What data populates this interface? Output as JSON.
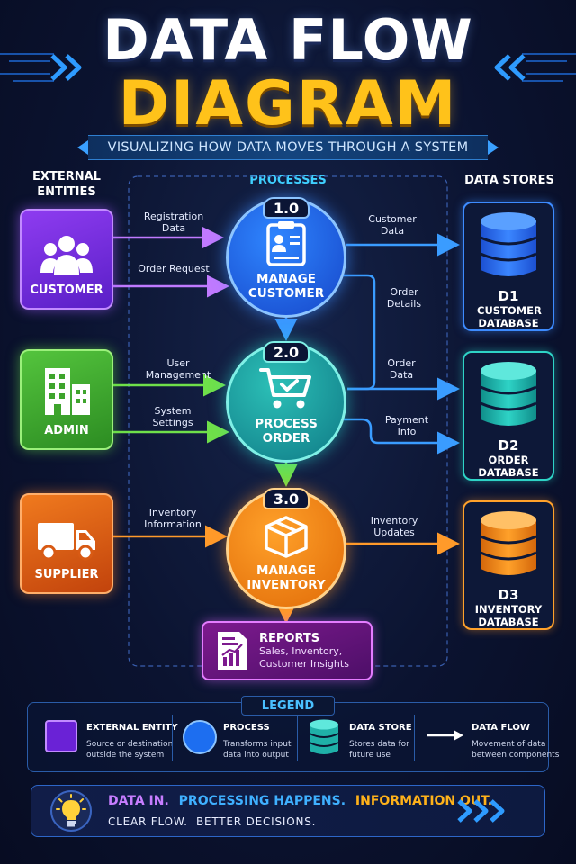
{
  "header": {
    "title_line1": "DATA FLOW",
    "title_line2": "DIAGRAM",
    "subtitle": "VISUALIZING HOW DATA MOVES THROUGH A SYSTEM"
  },
  "columns": {
    "entities": "EXTERNAL ENTITIES",
    "processes": "PROCESSES",
    "stores": "DATA STORES"
  },
  "entities": [
    {
      "label": "CUSTOMER",
      "icon": "users-icon",
      "color": "#8e3cf0"
    },
    {
      "label": "ADMIN",
      "icon": "building-icon",
      "color": "#54c43d"
    },
    {
      "label": "SUPPLIER",
      "icon": "truck-icon",
      "color": "#f07a1e"
    }
  ],
  "processes": [
    {
      "number": "1.0",
      "label": "MANAGE CUSTOMER",
      "icon": "clipboard-user-icon",
      "color": "#2f86ff"
    },
    {
      "number": "2.0",
      "label": "PROCESS ORDER",
      "icon": "shopping-cart-icon",
      "color": "#2cc0b7"
    },
    {
      "number": "3.0",
      "label": "MANAGE INVENTORY",
      "icon": "package-icon",
      "color": "#ffa12a"
    }
  ],
  "stores": [
    {
      "id": "D1",
      "name": "CUSTOMER DATABASE",
      "icon": "database-icon",
      "color": "#3d8bff"
    },
    {
      "id": "D2",
      "name": "ORDER DATABASE",
      "icon": "database-icon",
      "color": "#2ed3c6"
    },
    {
      "id": "D3",
      "name": "INVENTORY DATABASE",
      "icon": "database-icon",
      "color": "#ffa12a"
    }
  ],
  "flows": {
    "registration_data": "Registration Data",
    "order_request": "Order Request",
    "customer_data": "Customer Data",
    "order_details": "Order Details",
    "user_management": "User Management",
    "system_settings": "System Settings",
    "order_data": "Order Data",
    "payment_info": "Payment Info",
    "inventory_information": "Inventory Information",
    "inventory_updates": "Inventory Updates"
  },
  "reports": {
    "title": "REPORTS",
    "line1": "Sales, Inventory,",
    "line2": "Customer Insights",
    "icon": "report-chart-icon"
  },
  "legend": {
    "title": "LEGEND",
    "items": [
      {
        "head": "EXTERNAL ENTITY",
        "desc1": "Source or destination",
        "desc2": "outside the system"
      },
      {
        "head": "PROCESS",
        "desc1": "Transforms input",
        "desc2": "data into output"
      },
      {
        "head": "DATA STORE",
        "desc1": "Stores data for",
        "desc2": "future use"
      },
      {
        "head": "DATA FLOW",
        "desc1": "Movement of data",
        "desc2": "between components"
      }
    ]
  },
  "footer": {
    "part1": "DATA IN.",
    "part2": "PROCESSING HAPPENS.",
    "part3": "INFORMATION OUT.",
    "line2": "CLEAR FLOW.  BETTER DECISIONS.",
    "icon": "lightbulb-icon"
  }
}
